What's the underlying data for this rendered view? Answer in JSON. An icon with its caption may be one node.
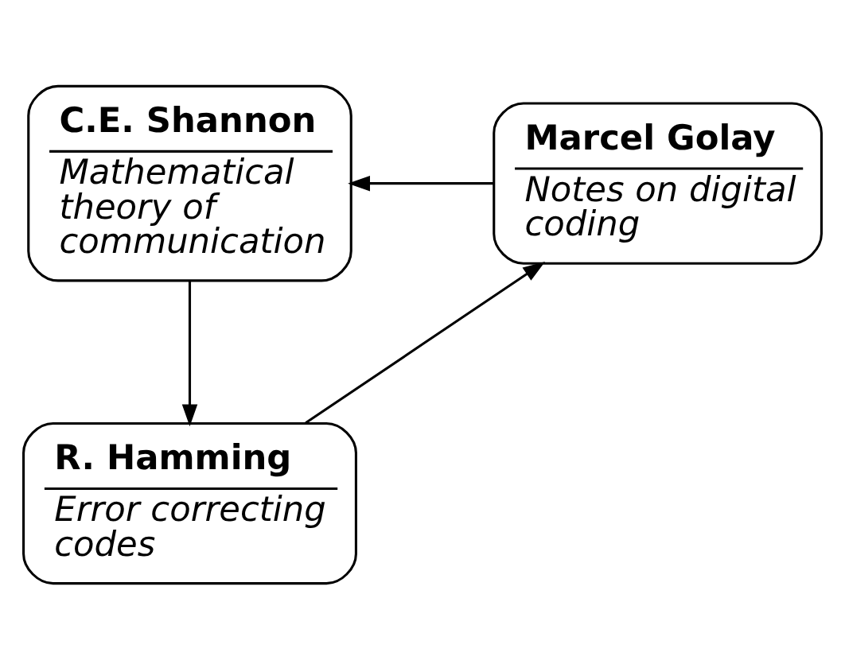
{
  "diagram": {
    "nodes": [
      {
        "text": [
          "C.E. Shannon",
          "Mathematical theory of communication"
        ]
      },
      {
        "text": [
          "R. Hamming",
          "Error correcting codes"
        ]
      },
      {
        "text": [
          "Marcel Golay",
          "Notes on digital coding"
        ]
      }
    ],
    "edges": [
      {
        "from": 0,
        "to": 1,
        "arrow": "to"
      },
      {
        "from": 1,
        "to": 2,
        "arrow": "to"
      },
      {
        "from": 2,
        "to": 0,
        "arrow": "to"
      }
    ]
  }
}
